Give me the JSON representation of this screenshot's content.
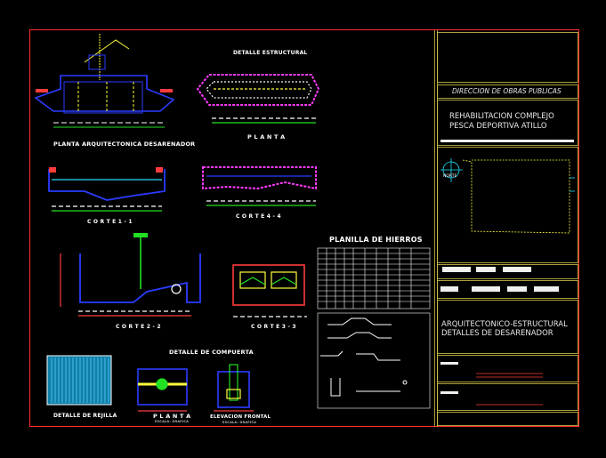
{
  "title_block": {
    "agency": "DIRECCION DE OBRAS PUBLICAS",
    "project_line1": "REHABILITACION COMPLEJO",
    "project_line2": "PESCA DEPORTIVA ATILLO",
    "drawing_line1": "ARQUITECTONICO-ESTRUCTURAL",
    "drawing_line2": "DETALLES DE DESARENADOR",
    "north_label": "NORTE"
  },
  "views": {
    "planta_arquitectonica": "PLANTA ARQUITECTONICA DESARENADOR",
    "detalle_estructural": "DETALLE ESTRUCTURAL",
    "planta": "P L A N T A",
    "corte_11": "C O R T E  1 - 1",
    "corte_44": "C O R T E  4 - 4",
    "corte_22": "C O R T E  2 - 2",
    "corte_33": "C O R T E  3 - 3",
    "planilla": "PLANILLA DE HIERROS",
    "detalle_compuerta": "DETALLE DE COMPUERTA",
    "detalle_rejilla": "DETALLE DE REJILLA",
    "compuerta_planta": "P L A N T A",
    "elevacion_frontal": "ELEVACION FRONTAL",
    "escala": "ESCALA: GRAFICA"
  },
  "colors": {
    "frame": "#ff2a2a",
    "title_frame": "#d4c64a",
    "linework_blue": "#2a3cff",
    "linework_yellow": "#ffff3c",
    "linework_magenta": "#ff3cff",
    "linework_green": "#22e022",
    "linework_cyan": "#22e0ff"
  }
}
